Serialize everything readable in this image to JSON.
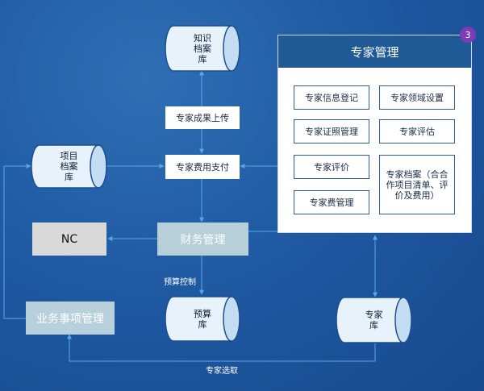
{
  "badge": "3",
  "cylinders": {
    "knowledge": "知识\n档案\n库",
    "project": "项目\n档案\n库",
    "budget": "预算\n库",
    "expert": "专家\n库"
  },
  "flow": {
    "upload": "专家成果上传",
    "payment": "专家费用支付",
    "nc": "NC",
    "finance": "财务管理",
    "business": "业务事项管理"
  },
  "labels": {
    "budget_control": "预算控制",
    "expert_select": "专家选取"
  },
  "panel": {
    "title": "专家管理",
    "items": [
      "专家信息登记",
      "专家领域设置",
      "专家证照管理",
      "专家评估",
      "专家评价",
      "专家档案（合合作项目清单、评价及费用）",
      "专家费管理"
    ]
  },
  "colors": {
    "background": "#1f5aa3",
    "panel_header": "#1f5a96",
    "line": "#5aa7e8",
    "gray_box": "#d9d9d9",
    "finance_box": "#b7cfd9",
    "business_box": "#b8d0db",
    "badge": "#7b3cb5"
  }
}
